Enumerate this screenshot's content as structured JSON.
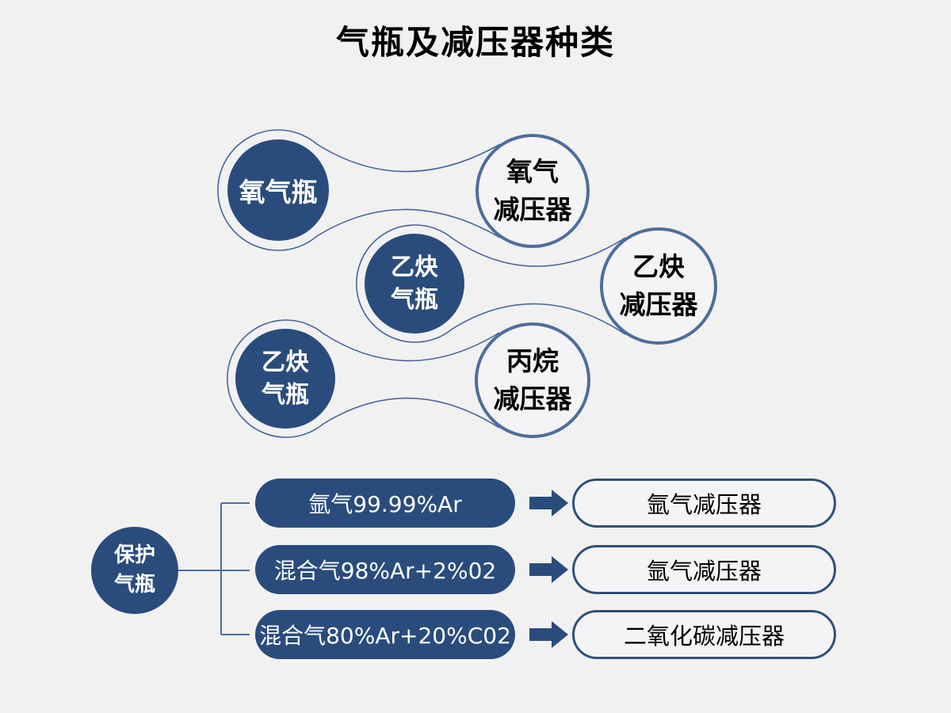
{
  "title": "气瓶及减压器种类",
  "colors": {
    "background": "#f1f1f2",
    "navy_fill": "#2a4c7c",
    "slate_border": "#4e6d9b",
    "connector_line": "#47659a",
    "text_on_dark": "#ffffff",
    "text_on_light": "#000000"
  },
  "dumbbells": [
    {
      "source_lines": [
        "氧气瓶"
      ],
      "target_lines": [
        "氧气",
        "减压器"
      ]
    },
    {
      "source_lines": [
        "乙炔",
        "气瓶"
      ],
      "target_lines": [
        "乙炔",
        "减压器"
      ]
    },
    {
      "source_lines": [
        "乙炔",
        "气瓶"
      ],
      "target_lines": [
        "丙烷",
        "减压器"
      ]
    }
  ],
  "protection": {
    "source_lines": [
      "保护",
      "气瓶"
    ],
    "rows": [
      {
        "gas": "氩气99.99%Ar",
        "regulator": "氩气减压器"
      },
      {
        "gas": "混合气98%Ar+2%02",
        "regulator": "氩气减压器"
      },
      {
        "gas": "混合气80%Ar+20%C02",
        "regulator": "二氧化碳减压器"
      }
    ]
  }
}
